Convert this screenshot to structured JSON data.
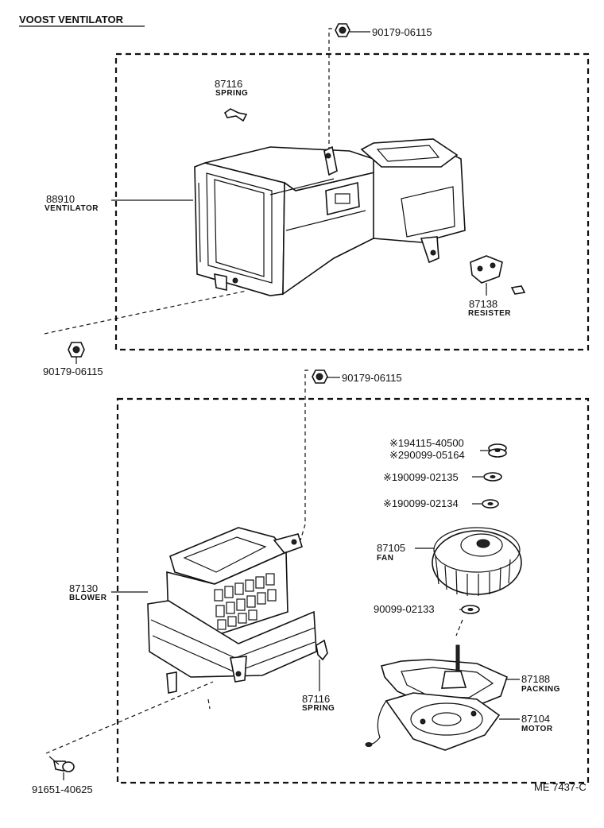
{
  "title": "VOOST VENTILATOR",
  "footer_code": "ME 7437-C",
  "parts": {
    "nut_top": "90179-06115",
    "spring_top_no": "87116",
    "spring_top_name": "SPRING",
    "ventilator_no": "88910",
    "ventilator_name": "VENTILATOR",
    "resister_no": "87138",
    "resister_name": "RESISTER",
    "nut_left": "90179-06115",
    "nut_mid": "90179-06115",
    "washer1": "※194115-40500",
    "washer2": "※290099-05164",
    "washer3": "※190099-02135",
    "washer4": "※190099-02134",
    "fan_no": "87105",
    "fan_name": "FAN",
    "blower_no": "87130",
    "blower_name": "BLOWER",
    "washer5": "90099-02133",
    "spring_bot_no": "87116",
    "spring_bot_name": "SPRING",
    "packing_no": "87188",
    "packing_name": "PACKING",
    "motor_no": "87104",
    "motor_name": "MOTOR",
    "screw": "91651-40625"
  }
}
